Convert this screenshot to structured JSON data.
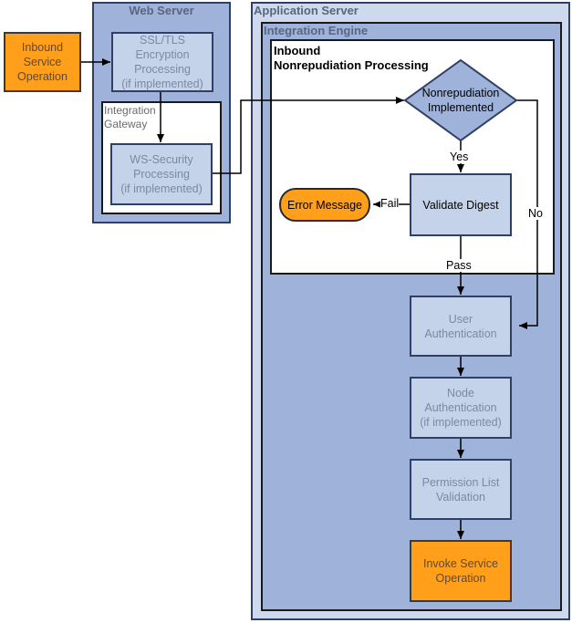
{
  "regions": {
    "web_server": "Web Server",
    "application_server": "Application Server",
    "integration_engine": "Integration Engine",
    "integration_gateway": "Integration\nGateway",
    "inbound_nonrepudiation": "Inbound\nNonrepudiation Processing"
  },
  "nodes": {
    "inbound_service_operation": "Inbound\nService\nOperation",
    "ssl_tls": "SSL/TLS\nEncryption\nProcessing\n(if implemented)",
    "ws_security": "WS-Security\nProcessing\n(if implemented)",
    "nonrepudiation_decision": "Nonrepudiation\nImplemented",
    "validate_digest": "Validate Digest",
    "error_message": "Error Message",
    "user_authentication": "User\nAuthentication",
    "node_authentication": "Node\nAuthentication\n(if implemented)",
    "permission_list": "Permission List\nValidation",
    "invoke_service": "Invoke Service\nOperation"
  },
  "edge_labels": {
    "yes": "Yes",
    "no": "No",
    "fail": "Fail",
    "pass": "Pass"
  },
  "colors": {
    "region_blue": "#9fb2d9",
    "app_server_fill": "#cfd9ee",
    "process_fill": "#c5d3ea",
    "orange": "#ff9f1a",
    "outline": "#2f3f66"
  }
}
